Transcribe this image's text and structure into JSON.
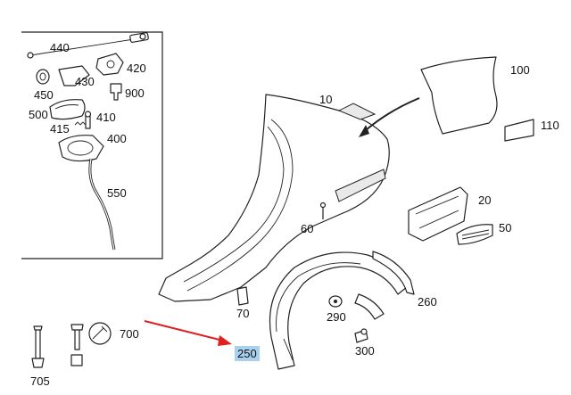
{
  "callouts": [
    {
      "id": "440",
      "text": "440"
    },
    {
      "id": "420",
      "text": "420"
    },
    {
      "id": "430",
      "text": "430"
    },
    {
      "id": "450",
      "text": "450"
    },
    {
      "id": "900",
      "text": "900"
    },
    {
      "id": "500",
      "text": "500"
    },
    {
      "id": "410",
      "text": "410"
    },
    {
      "id": "415",
      "text": "415"
    },
    {
      "id": "400",
      "text": "400"
    },
    {
      "id": "550",
      "text": "550"
    },
    {
      "id": "10",
      "text": "10"
    },
    {
      "id": "100",
      "text": "100"
    },
    {
      "id": "110",
      "text": "110"
    },
    {
      "id": "20",
      "text": "20"
    },
    {
      "id": "50",
      "text": "50"
    },
    {
      "id": "60",
      "text": "60"
    },
    {
      "id": "70",
      "text": "70"
    },
    {
      "id": "290",
      "text": "290"
    },
    {
      "id": "260",
      "text": "260"
    },
    {
      "id": "300",
      "text": "300"
    },
    {
      "id": "700",
      "text": "700"
    },
    {
      "id": "705",
      "text": "705"
    },
    {
      "id": "250",
      "text": "250"
    }
  ],
  "highlighted_callout": "250",
  "colors": {
    "highlight": "#a9d0ef",
    "pointer_arrow": "#e02020",
    "line": "#222222"
  }
}
